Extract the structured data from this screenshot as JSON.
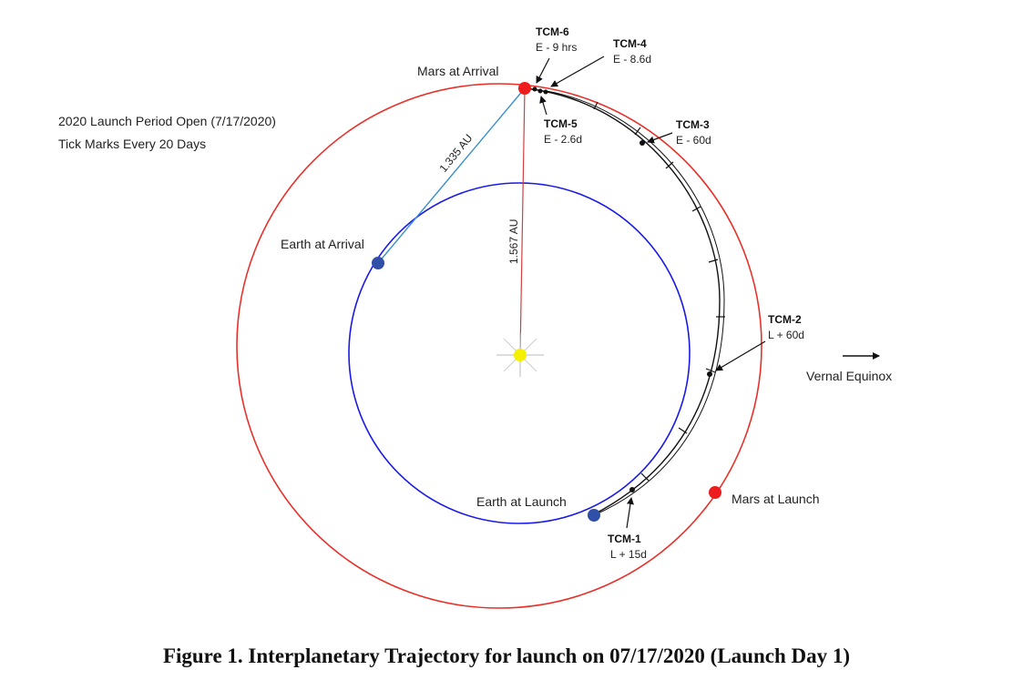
{
  "figure": {
    "header_line1": "2020 Launch Period Open (7/17/2020)",
    "header_line2": "Tick Marks Every 20 Days",
    "caption": "Figure 1. Interplanetary Trajectory for launch on 07/17/2020 (Launch Day 1)"
  },
  "labels": {
    "mars_at_arrival": "Mars at Arrival",
    "earth_at_arrival": "Earth at Arrival",
    "earth_at_launch": "Earth at Launch",
    "mars_at_launch": "Mars at Launch",
    "vernal_equinox": "Vernal Equinox",
    "dist_earth_mars": "1.335 AU",
    "dist_sun_mars": "1.567 AU"
  },
  "tcms": [
    {
      "name": "TCM-6",
      "time": "E - 9 hrs"
    },
    {
      "name": "TCM-4",
      "time": "E - 8.6d"
    },
    {
      "name": "TCM-5",
      "time": "E - 2.6d"
    },
    {
      "name": "TCM-3",
      "time": "E - 60d"
    },
    {
      "name": "TCM-2",
      "time": "L + 60d"
    },
    {
      "name": "TCM-1",
      "time": "L + 15d"
    }
  ],
  "colors": {
    "mars_orbit": "#e8302a",
    "earth_orbit": "#1a1ae8",
    "mars": "#ee1c1c",
    "earth": "#2f4fa8",
    "sun": "#f5ef00",
    "earth_mars_line": "#3a8fd0",
    "sun_mars_line": "#d04040",
    "trajectory": "#111111"
  }
}
